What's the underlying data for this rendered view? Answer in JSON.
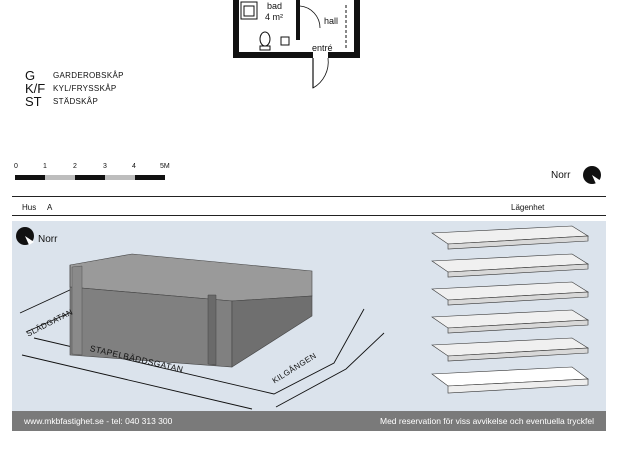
{
  "floorplan": {
    "rooms": {
      "bathroom_name": "bad",
      "bathroom_area": "4 m²",
      "hall": "hall",
      "entry": "entré"
    }
  },
  "legend": [
    {
      "key": "G",
      "value": "GARDEROBSKÅP"
    },
    {
      "key": "K/F",
      "value": "KYL/FRYSSKÅP"
    },
    {
      "key": "ST",
      "value": "STÄDSKÅP"
    }
  ],
  "scale_bar": {
    "ticks": [
      "0",
      "1",
      "2",
      "3",
      "4",
      "5M"
    ]
  },
  "north_top": "Norr",
  "header": {
    "house_label": "Hus",
    "house_value": "A",
    "apartment_label": "Lägenhet"
  },
  "site_plan": {
    "north_label": "Norr",
    "streets": {
      "sladgatan": "SLÄDGATAN",
      "stapelbaddsgatan": "STAPELBÄDDSGATAN",
      "kilgangen": "KILGÅNGEN"
    }
  },
  "footer": {
    "website": "www.mkbfastighet.se - tel: 040 313 300",
    "disclaimer": "Med reservation för viss avvikelse och eventuella tryckfel"
  },
  "colors": {
    "panel_bg": "#dbe3ec",
    "footer_bg": "#7a7a7a",
    "building": "#808080"
  }
}
